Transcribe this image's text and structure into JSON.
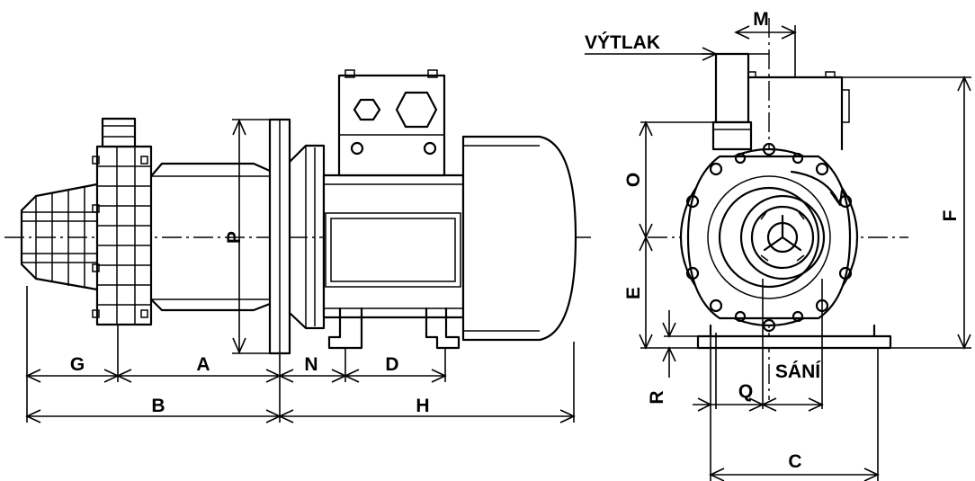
{
  "labels": {
    "vytlak": "VÝTLAK",
    "sani": "SÁNÍ",
    "g": "G",
    "a": "A",
    "b": "B",
    "n": "N",
    "d": "D",
    "h": "H",
    "p": "P",
    "m": "M",
    "o": "O",
    "e": "E",
    "f": "F",
    "r": "R",
    "q": "Q",
    "c": "C"
  }
}
